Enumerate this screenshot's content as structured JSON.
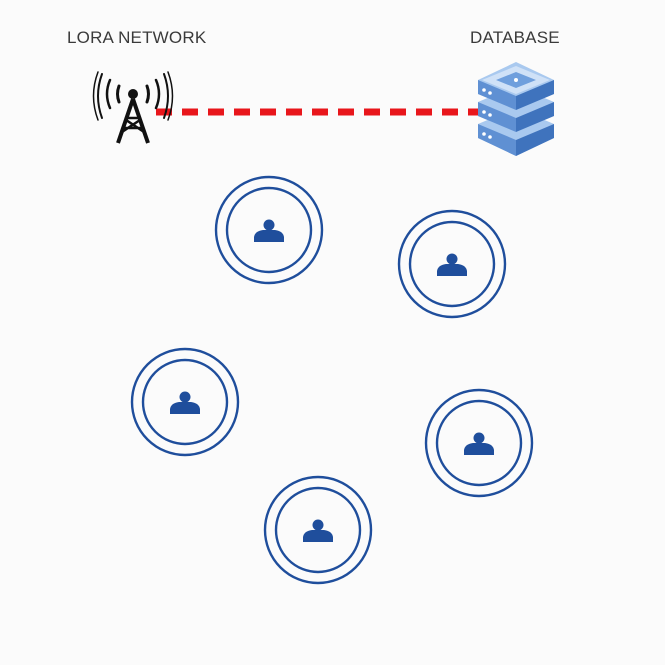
{
  "labels": {
    "network": "LORA NETWORK",
    "database": "DATABASE"
  },
  "icons": {
    "antenna": "radio-tower-icon",
    "database": "database-server-icon",
    "node": "user-icon"
  },
  "colors": {
    "link": "#e8161b",
    "node": "#1f4e9c",
    "antenna": "#111111",
    "server_light": "#a9c9ef",
    "server_mid": "#6f9fdd",
    "server_dark": "#3f73bd"
  },
  "link_style": "dashed",
  "nodes": [
    {
      "id": "node-1"
    },
    {
      "id": "node-2"
    },
    {
      "id": "node-3"
    },
    {
      "id": "node-4"
    },
    {
      "id": "node-5"
    }
  ]
}
